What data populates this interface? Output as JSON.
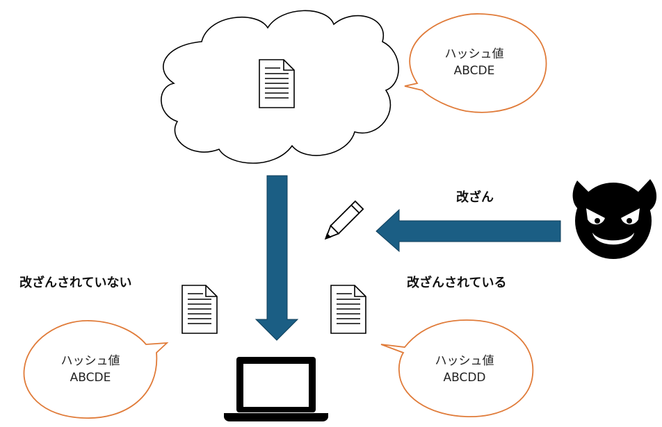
{
  "cloud_bubble": {
    "line1": "ハッシュ値",
    "line2": "ABCDE"
  },
  "left_bubble": {
    "line1": "ハッシュ値",
    "line2": "ABCDE"
  },
  "right_bubble": {
    "line1": "ハッシュ値",
    "line2": "ABCDD"
  },
  "labels": {
    "tamper": "改ざん",
    "not_tampered": "改ざんされていない",
    "tampered": "改ざんされている"
  },
  "colors": {
    "arrow": "#1b5e84",
    "bubble_border": "#e07b39",
    "outline": "#000000"
  }
}
